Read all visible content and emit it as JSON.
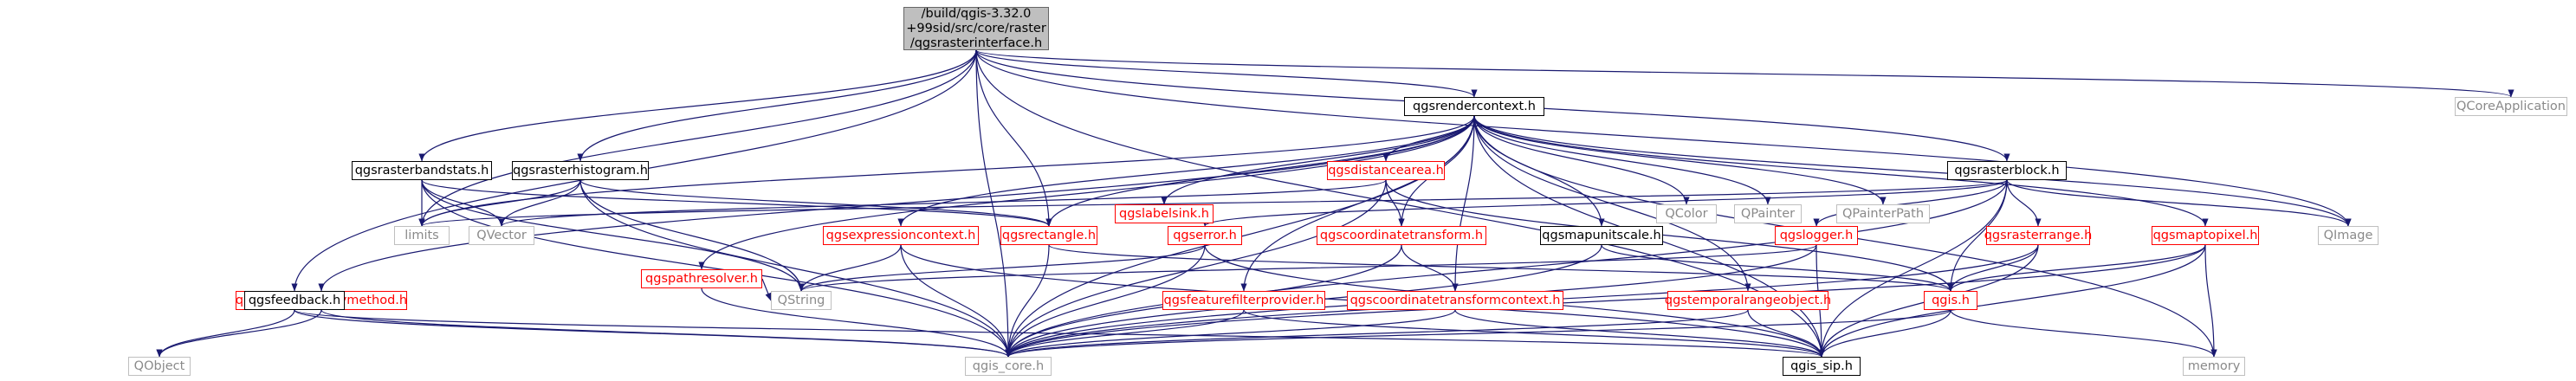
{
  "nodes": [
    {
      "id": "root",
      "style": "root",
      "label": "/build/qgis-3.32.0\n+99sid/src/core/raster\n/qgsrasterinterface.h"
    },
    {
      "id": "qgsrendercontext",
      "style": "doc",
      "label": "qgsrendercontext.h"
    },
    {
      "id": "qcoreapplication",
      "style": "gray",
      "label": "QCoreApplication"
    },
    {
      "id": "qgsrasterbandstats",
      "style": "doc",
      "label": "qgsrasterbandstats.h"
    },
    {
      "id": "qgsrasterhistogram",
      "style": "doc",
      "label": "qgsrasterhistogram.h"
    },
    {
      "id": "qgslabelsink",
      "style": "red",
      "label": "qgslabelsink.h"
    },
    {
      "id": "qgsdistancearea",
      "style": "red",
      "label": "qgsdistancearea.h"
    },
    {
      "id": "qcolor",
      "style": "gray",
      "label": "QColor"
    },
    {
      "id": "qpainter",
      "style": "gray",
      "label": "QPainter"
    },
    {
      "id": "qpainterpath",
      "style": "gray",
      "label": "QPainterPath"
    },
    {
      "id": "qgsrasterblock",
      "style": "doc",
      "label": "qgsrasterblock.h"
    },
    {
      "id": "qimage",
      "style": "gray",
      "label": "QImage"
    },
    {
      "id": "limits",
      "style": "gray",
      "label": "limits"
    },
    {
      "id": "qvector",
      "style": "gray",
      "label": "QVector"
    },
    {
      "id": "qgsvectorsimplifymethod",
      "style": "red",
      "label": "qgsvectorsimplifymethod.h"
    },
    {
      "id": "qgspathresolver",
      "style": "red",
      "label": "qgspathresolver.h"
    },
    {
      "id": "qgsexpressioncontext",
      "style": "red",
      "label": "qgsexpressioncontext.h"
    },
    {
      "id": "qgsrectangle",
      "style": "red",
      "label": "qgsrectangle.h"
    },
    {
      "id": "qgserror",
      "style": "red",
      "label": "qgserror.h"
    },
    {
      "id": "qgscoordinatetransform",
      "style": "red",
      "label": "qgscoordinatetransform.h"
    },
    {
      "id": "qgsmapunitscale",
      "style": "doc",
      "label": "qgsmapunitscale.h"
    },
    {
      "id": "qgslogger",
      "style": "red",
      "label": "qgslogger.h"
    },
    {
      "id": "qgsrasterrange",
      "style": "red",
      "label": "qgsrasterrange.h"
    },
    {
      "id": "qgsmaptopixel",
      "style": "red",
      "label": "qgsmaptopixel.h"
    },
    {
      "id": "qgsfeedback",
      "style": "doc",
      "label": "qgsfeedback.h"
    },
    {
      "id": "qstring",
      "style": "gray",
      "label": "QString"
    },
    {
      "id": "qgsfeaturefilterprovider",
      "style": "red",
      "label": "qgsfeaturefilterprovider.h"
    },
    {
      "id": "qgscoordinatetransformcontext",
      "style": "red",
      "label": "qgscoordinatetransformcontext.h"
    },
    {
      "id": "qgstemporalrangeobject",
      "style": "red",
      "label": "qgstemporalrangeobject.h"
    },
    {
      "id": "qgis",
      "style": "red",
      "label": "qgis.h"
    },
    {
      "id": "qobject",
      "style": "gray",
      "label": "QObject"
    },
    {
      "id": "qgis_core",
      "style": "gray",
      "label": "qgis_core.h"
    },
    {
      "id": "qgis_sip",
      "style": "doc",
      "label": "qgis_sip.h"
    },
    {
      "id": "memory",
      "style": "gray",
      "label": "memory"
    }
  ],
  "edges": [
    [
      "root",
      "qgsrendercontext"
    ],
    [
      "root",
      "qcoreapplication"
    ],
    [
      "root",
      "qgsrasterbandstats"
    ],
    [
      "root",
      "qgsrasterhistogram"
    ],
    [
      "root",
      "qgsrasterblock"
    ],
    [
      "root",
      "qgsfeedback"
    ],
    [
      "root",
      "qgsrectangle"
    ],
    [
      "root",
      "limits"
    ],
    [
      "root",
      "qimage"
    ],
    [
      "root",
      "qgis_core"
    ],
    [
      "root",
      "qgis_sip"
    ],
    [
      "qgsrendercontext",
      "qgslabelsink"
    ],
    [
      "qgsrendercontext",
      "qgsdistancearea"
    ],
    [
      "qgsrendercontext",
      "qcolor"
    ],
    [
      "qgsrendercontext",
      "qpainter"
    ],
    [
      "qgsrendercontext",
      "qpainterpath"
    ],
    [
      "qgsrendercontext",
      "qgsmaptopixel"
    ],
    [
      "qgsrendercontext",
      "qimage"
    ],
    [
      "qgsrendercontext",
      "memory"
    ],
    [
      "qgsrendercontext",
      "qgsvectorsimplifymethod"
    ],
    [
      "qgsrendercontext",
      "qgspathresolver"
    ],
    [
      "qgsrendercontext",
      "qgsexpressioncontext"
    ],
    [
      "qgsrendercontext",
      "qgsrectangle"
    ],
    [
      "qgsrendercontext",
      "qgscoordinatetransform"
    ],
    [
      "qgsrendercontext",
      "qgsmapunitscale"
    ],
    [
      "qgsrendercontext",
      "qgsfeaturefilterprovider"
    ],
    [
      "qgsrendercontext",
      "qgscoordinatetransformcontext"
    ],
    [
      "qgsrendercontext",
      "qgstemporalrangeobject"
    ],
    [
      "qgsrendercontext",
      "qgis_core"
    ],
    [
      "qgsrendercontext",
      "qgis_sip"
    ],
    [
      "qgsrendercontext",
      "limits"
    ],
    [
      "qgsrasterbandstats",
      "limits"
    ],
    [
      "qgsrasterbandstats",
      "qvector"
    ],
    [
      "qgsrasterbandstats",
      "qgsrectangle"
    ],
    [
      "qgsrasterbandstats",
      "qstring"
    ],
    [
      "qgsrasterbandstats",
      "qgis_core"
    ],
    [
      "qgsrasterhistogram",
      "limits"
    ],
    [
      "qgsrasterhistogram",
      "qvector"
    ],
    [
      "qgsrasterhistogram",
      "qgsrectangle"
    ],
    [
      "qgsrasterhistogram",
      "qstring"
    ],
    [
      "qgsrasterhistogram",
      "qgis_core"
    ],
    [
      "qgsdistancearea",
      "qgscoordinatetransform"
    ],
    [
      "qgsdistancearea",
      "qvector"
    ],
    [
      "qgsdistancearea",
      "qgis"
    ],
    [
      "qgsdistancearea",
      "qgis_core"
    ],
    [
      "qgsrasterblock",
      "limits"
    ],
    [
      "qgsrasterblock",
      "qimage"
    ],
    [
      "qgsrasterblock",
      "qgserror"
    ],
    [
      "qgsrasterblock",
      "qgslogger"
    ],
    [
      "qgsrasterblock",
      "qgsrasterrange"
    ],
    [
      "qgsrasterblock",
      "qgis"
    ],
    [
      "qgsrasterblock",
      "qgis_core"
    ],
    [
      "qgsrasterblock",
      "qgis_sip"
    ],
    [
      "qgsvectorsimplifymethod",
      "qobject"
    ],
    [
      "qgsvectorsimplifymethod",
      "qgis_core"
    ],
    [
      "qgspathresolver",
      "qstring"
    ],
    [
      "qgspathresolver",
      "qgis_core"
    ],
    [
      "qgsexpressioncontext",
      "qstring"
    ],
    [
      "qgsexpressioncontext",
      "qgis_core"
    ],
    [
      "qgsexpressioncontext",
      "qgis_sip"
    ],
    [
      "qgsrectangle",
      "qgis"
    ],
    [
      "qgsrectangle",
      "qgis_core"
    ],
    [
      "qgserror",
      "qstring"
    ],
    [
      "qgserror",
      "qgis_core"
    ],
    [
      "qgserror",
      "qgis_sip"
    ],
    [
      "qgscoordinatetransform",
      "qgscoordinatetransformcontext"
    ],
    [
      "qgscoordinatetransform",
      "qgis_core"
    ],
    [
      "qgsmapunitscale",
      "qgis"
    ],
    [
      "qgsmapunitscale",
      "qgis_core"
    ],
    [
      "qgslogger",
      "qstring"
    ],
    [
      "qgslogger",
      "qgis_core"
    ],
    [
      "qgslogger",
      "qgis_sip"
    ],
    [
      "qgsrasterrange",
      "qgis"
    ],
    [
      "qgsrasterrange",
      "qgis_core"
    ],
    [
      "qgsrasterrange",
      "qgis_sip"
    ],
    [
      "qgsmaptopixel",
      "qgis"
    ],
    [
      "qgsmaptopixel",
      "qgis_core"
    ],
    [
      "qgsmaptopixel",
      "qgis_sip"
    ],
    [
      "qgsmaptopixel",
      "memory"
    ],
    [
      "qgsfeedback",
      "qobject"
    ],
    [
      "qgsfeedback",
      "qgis_core"
    ],
    [
      "qgsfeedback",
      "qgis_sip"
    ],
    [
      "qgsfeaturefilterprovider",
      "qgis_core"
    ],
    [
      "qgsfeaturefilterprovider",
      "qgis_sip"
    ],
    [
      "qgscoordinatetransformcontext",
      "qgis_core"
    ],
    [
      "qgscoordinatetransformcontext",
      "qgis_sip"
    ],
    [
      "qgstemporalrangeobject",
      "qgis_core"
    ],
    [
      "qgstemporalrangeobject",
      "qgis_sip"
    ],
    [
      "qgis",
      "qgis_core"
    ],
    [
      "qgis",
      "qgis_sip"
    ],
    [
      "qgis",
      "memory"
    ]
  ],
  "colors": {
    "edge": "#191970",
    "doc_border": "#000000",
    "red_border": "#ff0000",
    "gray_border": "#bfbfbf",
    "root_fill": "#bfbfbf"
  }
}
